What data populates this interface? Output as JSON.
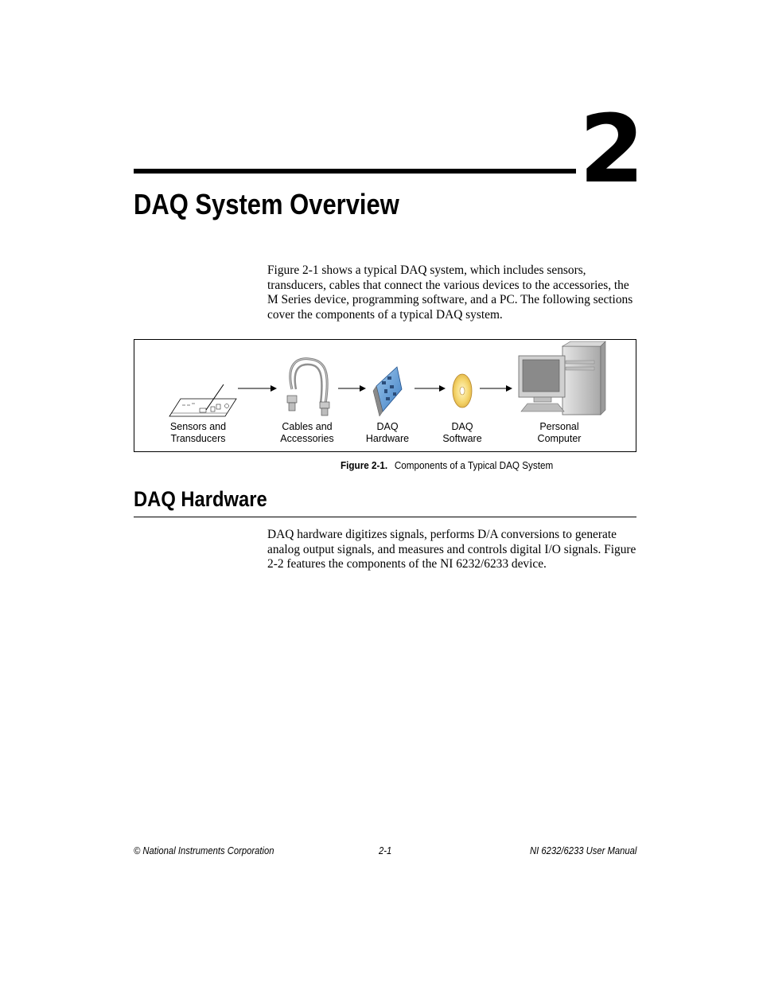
{
  "chapter": {
    "number": "2",
    "title": "DAQ System Overview"
  },
  "intro_paragraph": "Figure 2-1 shows a typical DAQ system, which includes sensors, transducers, cables that connect the various devices to the accessories, the M Series device, programming software, and a PC. The following sections cover the components of a typical DAQ system.",
  "figure": {
    "components": [
      {
        "line1": "Sensors and",
        "line2": "Transducers",
        "icon": "sensors-icon"
      },
      {
        "line1": "Cables and",
        "line2": "Accessories",
        "icon": "cable-icon"
      },
      {
        "line1": "DAQ",
        "line2": "Hardware",
        "icon": "daq-board-icon"
      },
      {
        "line1": "DAQ",
        "line2": "Software",
        "icon": "cd-icon"
      },
      {
        "line1": "Personal",
        "line2": "Computer",
        "icon": "computer-icon"
      }
    ],
    "caption_number": "Figure 2-1.",
    "caption_text": "Components of a Typical DAQ System"
  },
  "section": {
    "title": "DAQ Hardware",
    "paragraph": "DAQ hardware digitizes signals, performs D/A conversions to generate analog output signals, and measures and controls digital I/O signals. Figure 2-2 features the components of the NI 6232/6233 device."
  },
  "footer": {
    "left": "© National Instruments Corporation",
    "center": "2-1",
    "right": "NI 6232/6233 User Manual"
  }
}
